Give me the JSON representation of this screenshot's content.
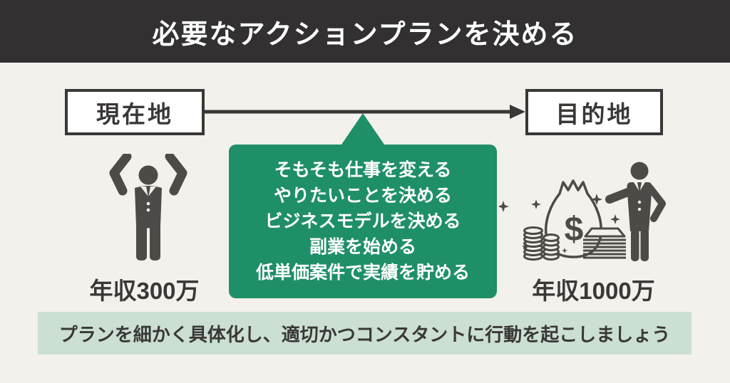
{
  "header": {
    "title": "必要なアクションプランを決める"
  },
  "journey": {
    "start_label": "現在地",
    "goal_label": "目的地",
    "start_income": "年収300万",
    "goal_income": "年収1000万"
  },
  "action_plan": {
    "items": [
      "そもそも仕事を変える",
      "やりたいことを決める",
      "ビジネスモデルを決める",
      "副業を始める",
      "低単価案件で実績を貯める"
    ]
  },
  "footer": {
    "message": "プランを細かく具体化し、適切かつコンスタントに行動を起こしましょう"
  },
  "colors": {
    "header_bg": "#323031",
    "page_bg": "#f3f1ec",
    "accent_green": "#1f8f68",
    "footer_green": "#cbdfd2",
    "icon_gray": "#4d4a48",
    "text_dark": "#3a3837"
  },
  "icons": {
    "left": "person-arms-raised-icon",
    "right": "money-and-businessman-icon"
  }
}
